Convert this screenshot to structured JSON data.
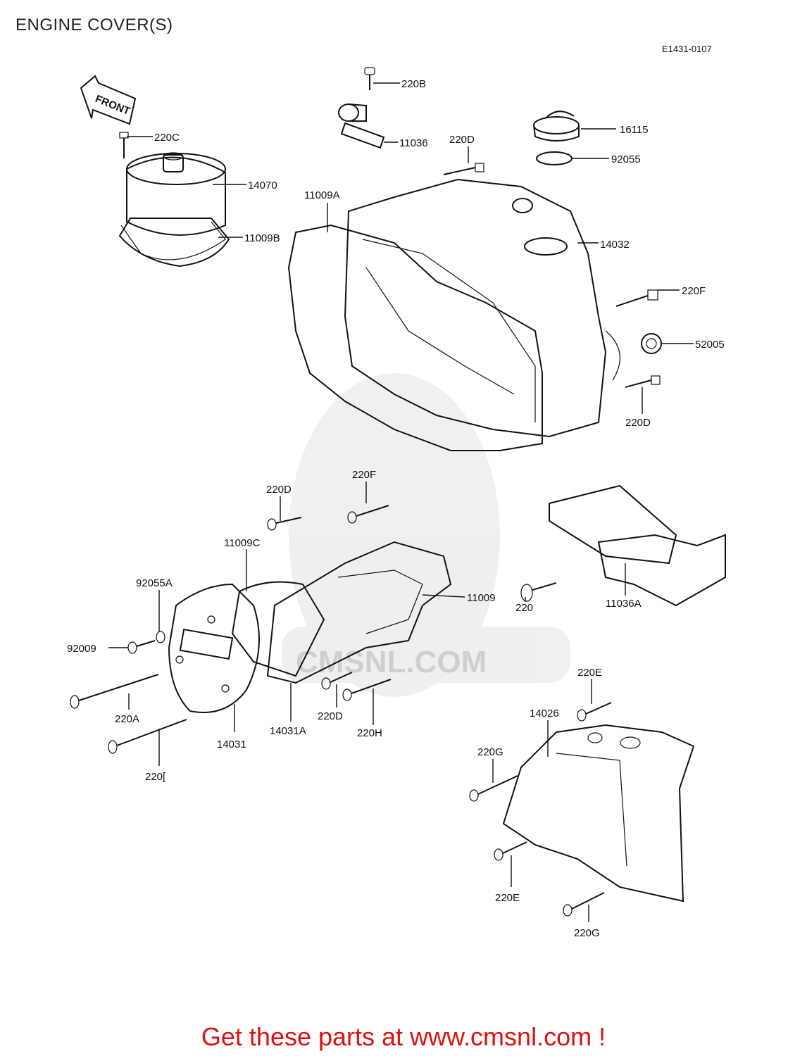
{
  "title": "ENGINE COVER(S)",
  "diagram_code": "E1431-0107",
  "front_arrow": "FRONT",
  "watermark": "CMSNL.COM",
  "footer": "Get these parts at www.cmsnl.com !",
  "labels": {
    "l220B": "220B",
    "l220C": "220C",
    "l11036": "11036",
    "l220D_top": "220D",
    "l16115": "16115",
    "l92055": "92055",
    "l14070": "14070",
    "l11009A": "11009A",
    "l11009B": "11009B",
    "l14032": "14032",
    "l220F_right": "220F",
    "l52005": "52005",
    "l220D_right": "220D",
    "l220D_mid": "220D",
    "l220F_mid": "220F",
    "l11009C": "11009C",
    "l92055A": "92055A",
    "l11009": "11009",
    "l220": "220",
    "l11036A": "11036A",
    "l92009": "92009",
    "l220E_top": "220E",
    "l14026": "14026",
    "l220A": "220A",
    "l14031": "14031",
    "l14031A": "14031A",
    "l220D_low": "220D",
    "l220H": "220H",
    "l220G_top": "220G",
    "l220I": "220[",
    "l220E_low": "220E",
    "l220G_low": "220G"
  }
}
